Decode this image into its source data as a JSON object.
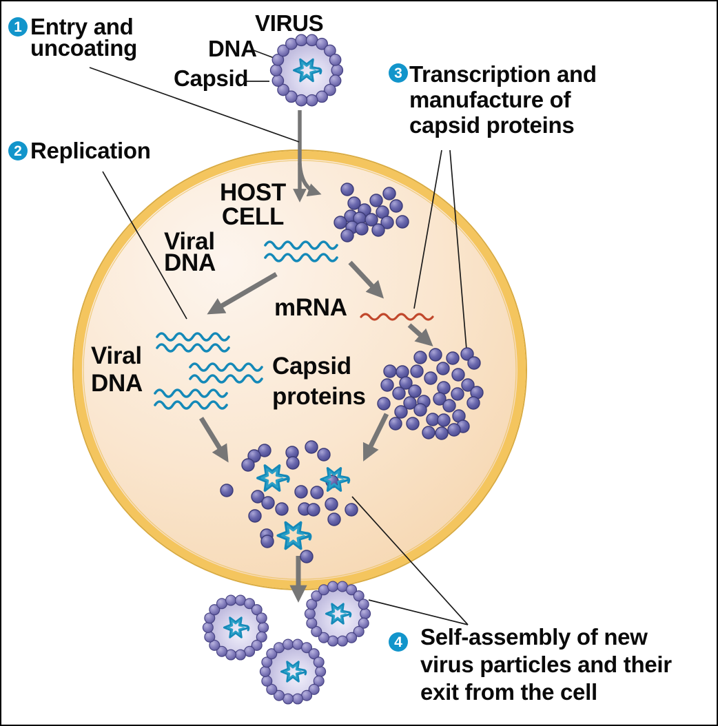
{
  "steps": [
    {
      "number": "1",
      "label": "Entry and\nuncoating"
    },
    {
      "number": "2",
      "label": "Replication"
    },
    {
      "number": "3",
      "label": "Transcription and\nmanufacture of\ncapsid proteins"
    },
    {
      "number": "4",
      "label": "Self-assembly of new\nvirus particles and their\nexit from the cell"
    }
  ],
  "labels": {
    "virus": "VIRUS",
    "dna": "DNA",
    "capsid": "Capsid",
    "host_cell": "HOST\nCELL",
    "viral_dna_entry": "Viral\nDNA",
    "viral_dna_copies": "Viral\nDNA",
    "mrna": "mRNA",
    "capsid_proteins": "Capsid\nproteins"
  },
  "colors": {
    "badge": "#1295cb",
    "membrane": "#f4c55e",
    "cytoplasm": "#f9e2c8",
    "dna": "#1489b8",
    "mrna": "#c1472b",
    "protein": "#5c5aa0",
    "arrow": "#767676",
    "text": "#0a0a0a"
  }
}
